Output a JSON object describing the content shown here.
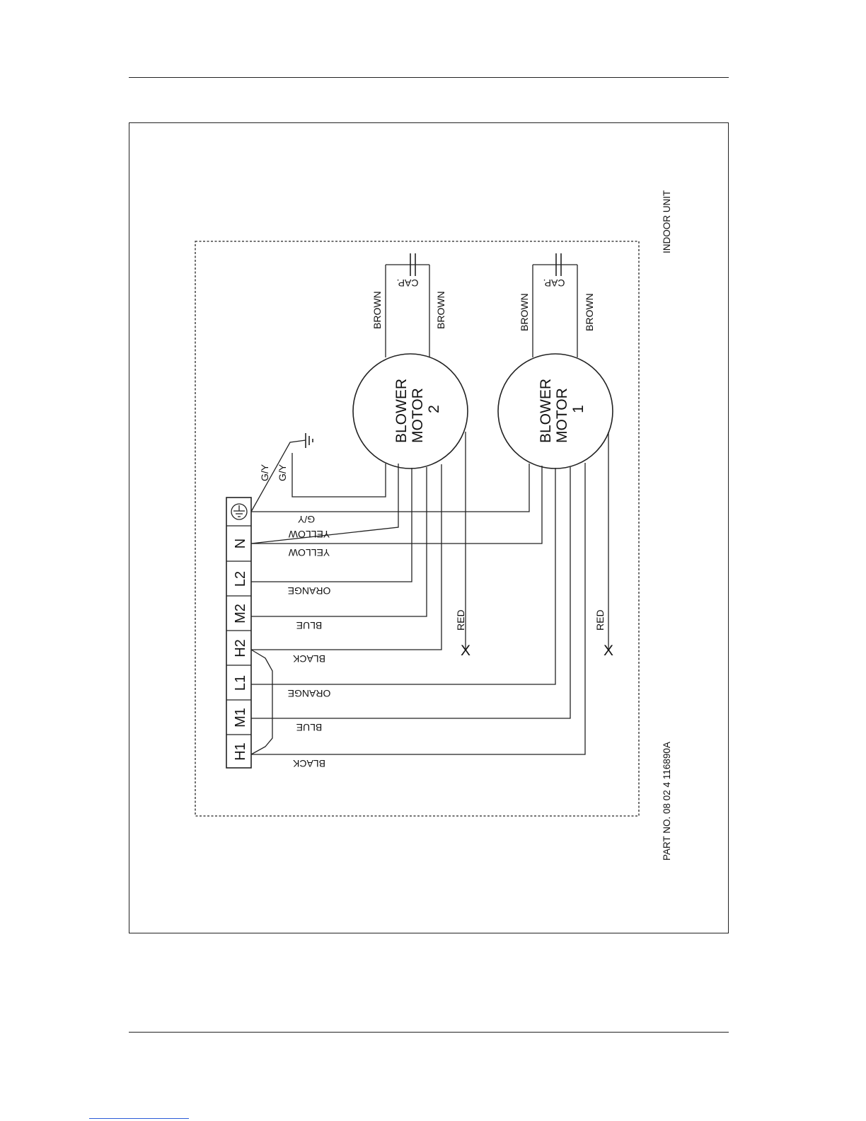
{
  "diagram": {
    "unit_label": "INDOOR UNIT",
    "part_no": "PART NO. 08 02 4 116890A",
    "terminals": [
      "H1",
      "M1",
      "H2",
      "L1",
      "M2",
      "L2",
      "N"
    ],
    "motor2": {
      "line1": "BLOWER",
      "line2": "MOTOR",
      "line3": "2"
    },
    "motor1": {
      "line1": "BLOWER",
      "line2": "MOTOR",
      "line3": "1"
    },
    "cap_label": "CAP.",
    "wires": {
      "brown": "BROWN",
      "gy": "G/Y",
      "yellow": "YELLOW",
      "orange": "ORANGE",
      "blue": "BLUE",
      "black": "BLACK",
      "red": "RED"
    },
    "open_end": "X"
  }
}
